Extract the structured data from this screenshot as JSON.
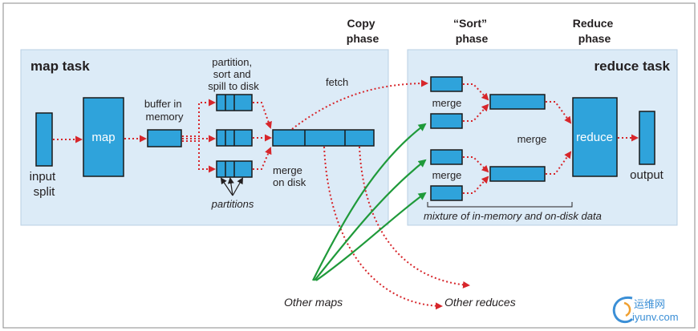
{
  "headers": {
    "copy_phase": [
      "Copy",
      "phase"
    ],
    "sort_phase": [
      "“Sort”",
      "phase"
    ],
    "reduce_phase": [
      "Reduce",
      "phase"
    ]
  },
  "map_task": {
    "title": "map task",
    "input_split": [
      "input",
      "split"
    ],
    "map_label": "map",
    "buffer": [
      "buffer in",
      "memory"
    ],
    "partition_sort_spill": [
      "partition,",
      "sort and",
      "spill to disk"
    ],
    "merge_on_disk": [
      "merge",
      "on disk"
    ],
    "partitions": "partitions"
  },
  "copy": {
    "fetch": "fetch"
  },
  "reduce_task": {
    "title": "reduce task",
    "merge_top": "merge",
    "merge_bottom": "merge",
    "merge_middle": "merge",
    "reduce_label": "reduce",
    "output": "output",
    "mixture_note": "mixture of in-memory and on-disk data"
  },
  "external": {
    "other_maps": "Other maps",
    "other_reduces": "Other reduces"
  },
  "watermark": {
    "cn": "运维网",
    "en": "iyunv.com"
  },
  "colors": {
    "panel_fill": "#dcebf7",
    "box_fill": "#2fa3db",
    "flow_arrow": "#d7262b",
    "other_maps_arrow": "#1f9a3a"
  }
}
